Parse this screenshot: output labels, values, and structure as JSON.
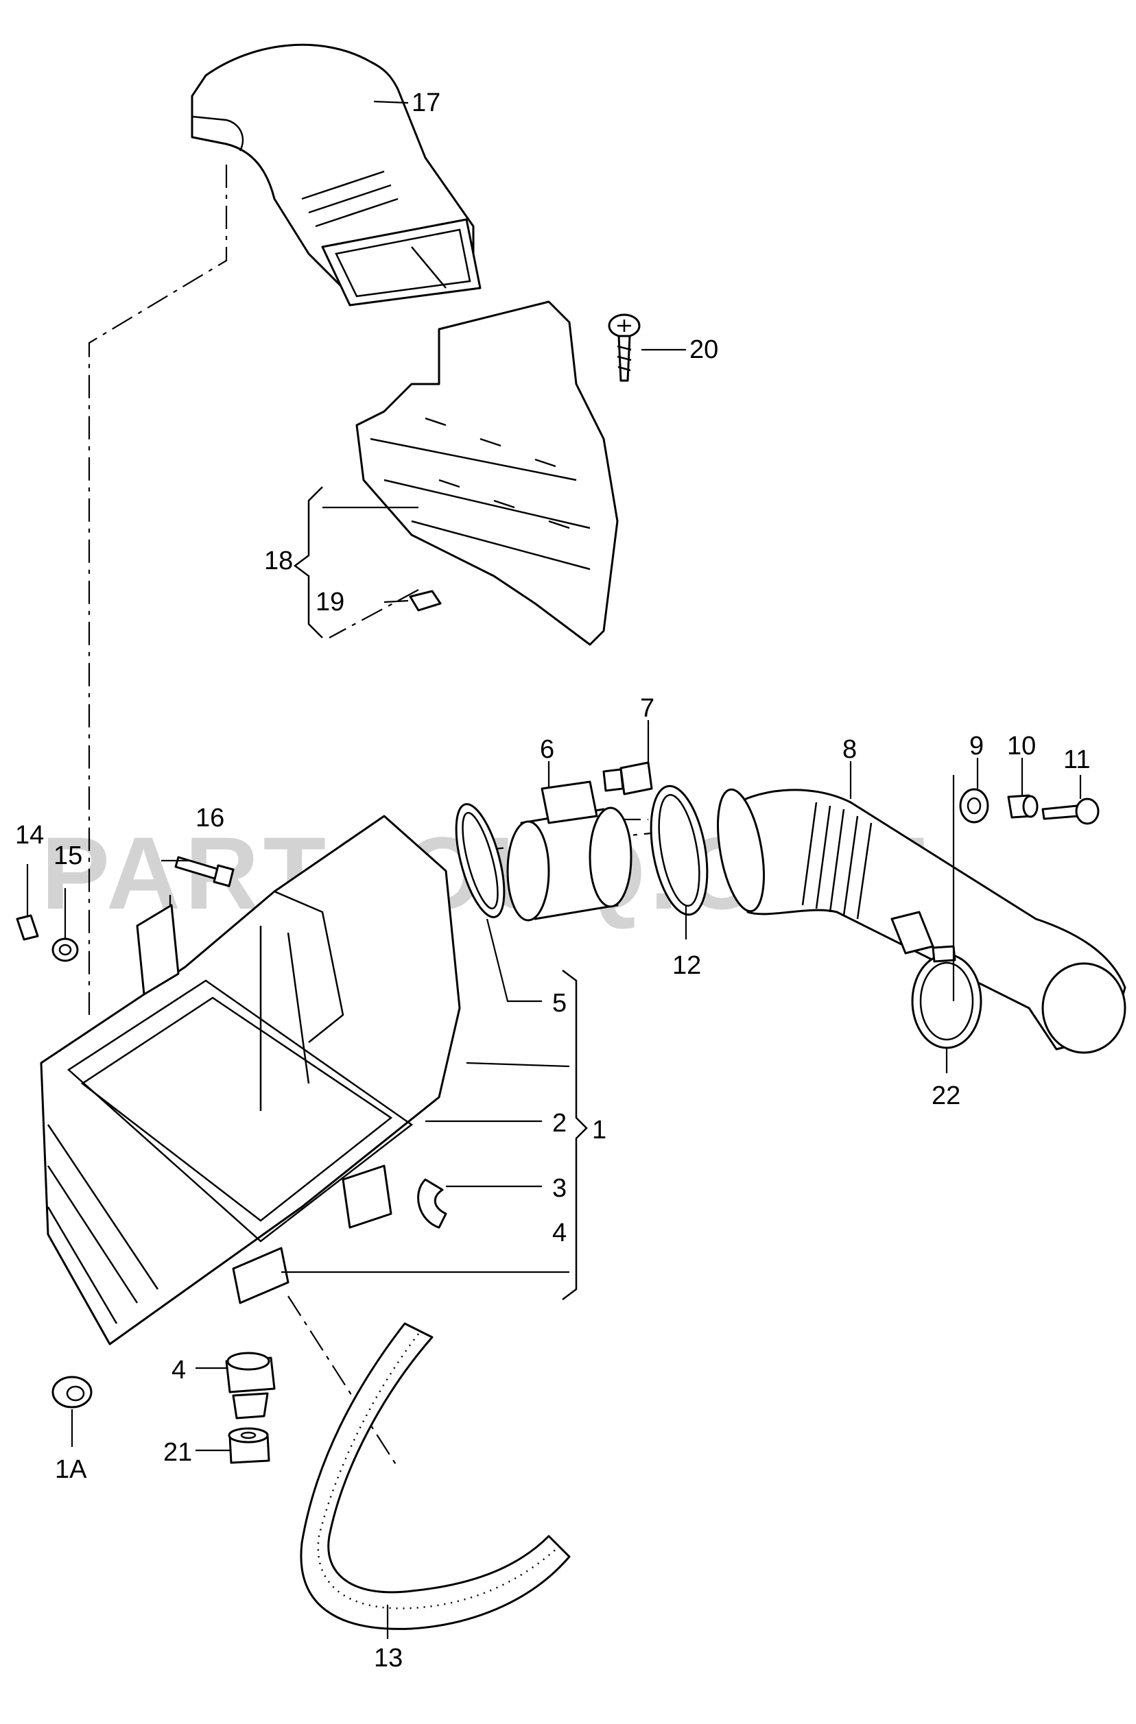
{
  "watermark": "PARTSOUQ.COM",
  "callouts": {
    "c17": "17",
    "c20": "20",
    "c18": "18",
    "c19": "19",
    "c7": "7",
    "c6": "6",
    "c8": "8",
    "c9": "9",
    "c10": "10",
    "c11": "11",
    "c14": "14",
    "c15": "15",
    "c16": "16",
    "c5": "5",
    "c12": "12",
    "c2": "2",
    "c1": "1",
    "c3": "3",
    "c4a": "4",
    "c4b": "4",
    "c22": "22",
    "c1A": "1A",
    "c21": "21",
    "c13": "13"
  },
  "parts": {
    "p17": "intake-duct-icon",
    "p18": "air-guide-icon",
    "p19": "clip-nut-icon",
    "p20": "screw-icon",
    "p1": "air-filter-housing-icon",
    "p3": "clip-icon",
    "p4": "rubber-mount-icon",
    "p5": "seal-ring-icon",
    "p6": "air-mass-meter-icon",
    "p7": "bolt-icon",
    "p8": "intake-hose-icon",
    "p9": "grommet-icon",
    "p10": "spacer-icon",
    "p11": "bolt-icon",
    "p12": "hose-clamp-icon",
    "p13": "foam-seal-icon",
    "p14": "plug-icon",
    "p15": "washer-icon",
    "p16": "bolt-icon",
    "p1A": "grommet-icon",
    "p21": "damper-icon",
    "p22": "hose-clamp-icon"
  }
}
